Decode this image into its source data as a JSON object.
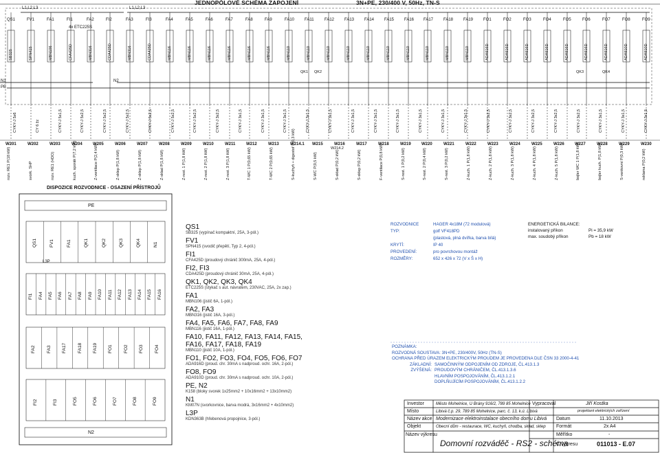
{
  "header": {
    "left_title": "JEDNOPÓLOVÉ SCHÉMA ZAPOJENÍ",
    "right_title": "3N+PE, 230/400 V, 50Hz, TN-S"
  },
  "bus": {
    "phase_top_left": "L1,L2,L3",
    "phase_top_mid": "L1,L2,L3",
    "n1": "N1",
    "pe": "PE",
    "n2": "N2",
    "qk_label": "4x ETC225S"
  },
  "devices": [
    "QS1",
    "FV1",
    "FA1",
    "FI1",
    "FA2",
    "FI2",
    "FA3",
    "FI3",
    "FA4",
    "FA5",
    "FA6",
    "FA7",
    "FA8",
    "FA9",
    "FA10",
    "FA11",
    "FA12",
    "FA13",
    "FA14",
    "FA15",
    "FA16",
    "FA17",
    "FA18",
    "FA19",
    "FO1",
    "FO2",
    "FO3",
    "FO4",
    "FO5",
    "FO6",
    "FO7",
    "FO8",
    "FO9"
  ],
  "device_types": [
    "SB325",
    "SPN415",
    "MBN106",
    "CFA425D",
    "MBN316",
    "CDA425D",
    "MBN316",
    "CDA425D",
    "MBN116",
    "MBN116",
    "MBN116",
    "MBN116",
    "MBN116",
    "MBN116",
    "MBN110",
    "MBN110",
    "MBN110",
    "MBN110",
    "MBN110",
    "MBN110",
    "MBN110",
    "MBN110",
    "MBN110",
    "MBN110",
    "ADA916D",
    "ADA916D",
    "ADA916D",
    "ADA916D",
    "ADA916D",
    "ADA916D",
    "ADA916D",
    "ADA910D",
    "ADA910D"
  ],
  "contactors": {
    "qk1": "QK1",
    "qk2": "QK2",
    "qk3": "QK3",
    "qk4": "QK4"
  },
  "cables": [
    "CYKY-J 5x6",
    "CY 6 žz",
    "CYKY-J 5x1,5",
    "CYKY-J 5x2,5",
    "CYKY-J 5x2,5",
    "CYKY-J 5x2,5",
    "CYKY-J 5x2,5",
    "CYKY-J 5x2,5",
    "CYKY-J 5x2,5",
    "CYKY-J 3x2,5",
    "CYKY-J 3x1,5",
    "CYKY-J 3x1,5",
    "CYKY-J 3x1,5",
    "CYKY-J 3x1,5",
    "CYKY-J 3x1,5",
    "CYKY-J 3x1,5",
    "CYKY-J 3x1,5",
    "CYKY-J 3x1,5",
    "CYKY-J 3x1,5",
    "CYKY-J 3x1,5",
    "CYKY-J 3x1,5",
    "CYKY-J 3x2,5",
    "CYKY-J 3x2,5",
    "CYKY-J 3x2,5",
    "CYKY-J 3x2,5",
    "CYKY-J 3x2,5",
    "CYKY-J 3x1,5",
    "CYKY-J 3x1,5",
    "CYKY-J 3x1,5"
  ],
  "circuits": [
    "W201",
    "W202",
    "W203",
    "W204",
    "W205",
    "W206",
    "W207",
    "W208",
    "W209",
    "W210",
    "W211",
    "W212",
    "W213",
    "W214.1",
    "W215",
    "W216",
    "W217",
    "W218",
    "W219",
    "W220",
    "W221",
    "W222",
    "W223",
    "W224",
    "W225",
    "W226",
    "W227",
    "W228",
    "W229",
    "W230"
  ],
  "circuit_sub": "W214.2",
  "loads": [
    "rozv. RE1 P(18 kW)",
    "svork. SHP",
    "rozv. RE1 (HDO)",
    "kuch. sporák P(7,2 kW)",
    "Z-ventilace P(2,4 kW)",
    "Z-sklep P(1,8 kW)",
    "Z-sklep P(1,8 kW)",
    "Z-sklad P(1,8 kW)",
    "Z-rest. 1 P(1,8 kW)",
    "Z-rest. 2 P(1,8 kW)",
    "Z-rest. 3 P(1,8 kW)",
    "T-WC 1 P(0,65 kW)",
    "T-WC 2 P(0,65 kW)",
    "S-kuchyň + digestoř P(0,3 kW)",
    "S-WC P(0,5 kW)",
    "S-sklad P(0,2 kW)",
    "S-sklep P(0,2 kW)",
    "F-ventilace P(0,8 kW)",
    "S-rest. 1 P(0,2 kW)",
    "S-rest. 2 P(0,4 kW)",
    "S-rest. 3 P(0,2 kW)",
    "Z-kuch. 1 P(1,8 kW)",
    "Z-kuch. 2 P(1,8 kW)",
    "Z-kuch. 3 P(1,8 kW)",
    "Z-kuch. 4 P(1,8 kW)",
    "Z-kuch. 5 P(1,8 kW)",
    "bojler WC 1 P(1,8 kW)",
    "bojler kuch. P(1,8 kW)",
    "S-venkovní P(0,3 kW)",
    "reklama P(0,2 kW)"
  ],
  "layout_panel": {
    "title": "DISPOZICE  ROZVODNICE - OSAZENÍ  PŘÍSTROJŮ",
    "pe": "PE",
    "n2": "N2",
    "row1": [
      "QS1",
      "FV1",
      "FA1",
      "QK1",
      "QK2",
      "QK3",
      "QK4",
      "N1"
    ],
    "row2": [
      "FI1",
      "FA4",
      "FA5",
      "FA6",
      "FA7",
      "FA8",
      "FA9",
      "FA10",
      "FA11",
      "FA12",
      "FA13",
      "FA14",
      "FA15",
      "FA16"
    ],
    "row3": [
      "FA2",
      "FA3",
      "FA17",
      "FA18",
      "FA19",
      "FO1",
      "FO2",
      "FO3",
      "FO4"
    ],
    "row4": [
      "FI2",
      "FI3",
      "FO5",
      "FO6",
      "FO7",
      "FO8",
      "FO9"
    ],
    "l3p": "L3P"
  },
  "legend": [
    {
      "h": "QS1",
      "d": "SB325  (vypínač kompaktní, 25A, 3-pól.)"
    },
    {
      "h": "FV1",
      "d": "SPN415  (svodič přepětí, Typ 2, 4-pól.)"
    },
    {
      "h": "FI1",
      "d": "CFA425D  (proudový chránič 300mA, 25A, 4-pól.)"
    },
    {
      "h": "FI2, FI3",
      "d": "CDA425D  (proudový chránič 30mA, 25A, 4-pól.)"
    },
    {
      "h": "QK1, QK2, QK3, QK4",
      "d": "ETC225S  (stykač s aut. návratem, 230VAC, 25A, 2x zap.)"
    },
    {
      "h": "FA1",
      "d": "MBN106  (jistič 6A, 1-pól.)"
    },
    {
      "h": "FA2, FA3",
      "d": "MBN316  (jistič 16A, 3-pól.)"
    },
    {
      "h": "FA4, FA5, FA6, FA7, FA8, FA9",
      "d": "MBN116  (jistič 16A, 1-pól.)"
    },
    {
      "h": "FA10, FA11, FA12, FA13, FA14, FA15,",
      "d": ""
    },
    {
      "h": "FA16, FA17, FA18, FA19",
      "d": "MBN110  (jistič 10A, 1-pól.)"
    },
    {
      "h": "FO1, FO2, FO3, FO4, FO5, FO6, FO7",
      "d": "ADA916D  (proud. chr. 30mA s nadproud. ochr. 16A, 2-pól.)"
    },
    {
      "h": "FO8, FO9",
      "d": "ADA910D  (proud. chr. 30mA s nadproud. ochr. 10A, 2-pól.)"
    },
    {
      "h": "PE, N2",
      "d": "K158  (bloky svorek 1x25mm2 + 10x16mm2 + 13x10mm2)"
    },
    {
      "h": "N1",
      "d": "KM07N  (svorkovnice, barva modrá, 3x16mm2 + 4x10mm2)"
    },
    {
      "h": "L3P",
      "d": "KDN363B  (hřebenová propojnice, 3-pól.)"
    }
  ],
  "spec": {
    "l1k": "ROZVODNICE",
    "l1v": "HAGER 4x18M (72 modulová)",
    "l2k": "TYP:",
    "l2v": "golf VF418PD",
    "l3v": "(plastová, plná dvířka, barva bílá)",
    "l4k": "KRYTÍ:",
    "l4v": "IP 40",
    "l5k": "PROVEDENÍ:",
    "l5v": "pro povrchovou montáž",
    "l6k": "ROZMĚRY:",
    "l6v": "652 x 426 x 72  (V x Š x H)"
  },
  "energy": {
    "title": "ENERGETICKÁ BILANCE:",
    "r1k": "instalovaný příkon",
    "r1v": "Pi = 35,9 kW",
    "r2k": "max. soudobý příkon",
    "r2v": "Pb = 18 kW"
  },
  "notes": {
    "h": "POZNÁMKA:",
    "n1": "ROZVODNÁ SOUSTAVA: 3N+PE, 230/400V, 50Hz (TN-S)",
    "n2": "OCHRANA PŘED ÚRAZEM ELEKTRICKÝM PROUDEM JE PROVEDENA DLE ČSN 33 2000-4-41",
    "n3k": "ZÁKLADNÍ:",
    "n3v": "SAMOČINNÝM ODPOJENÍM OD ZDROJE, ČL.413.1.3",
    "n4k": "ZVÝŠENÁ:",
    "n4v": "PROUDOVÝM CHRÁNIČEM, ČL.413.1.3.6",
    "n5v": "HLAVNÍM POSPOJOVÁNÍM, ČL.413.1.2.1",
    "n6v": "DOPLŇUJÍCÍM POSPOJOVÁNÍM, ČL.413.1.2.2"
  },
  "titleblock": {
    "investor_k": "Investor",
    "investor_v": "Město Mohelnice, U Brány 916/2, 789 85 Mohelnice",
    "misto_k": "Místo",
    "misto_v": "Libivá č.p. 29, 789 85 Mohelnice, parc. č. 13, k.ú. Libivá",
    "akce_k": "Název akce",
    "akce_v": "Modernizace elektroinstalace obecního domu Libivá",
    "objekt_k": "Objekt",
    "objekt_v": "Obecní dům - restaurace, WC, kuchyň, chodba, sklad, sklep",
    "vykres_k": "Název výkresu",
    "vykres_v": "Domovní rozváděč - RS2 - schéma",
    "vyprac_k": "Vypracoval",
    "vyprac_v": "Jiří Kostka",
    "vyprac_sub": "projektant elektrických zařízení",
    "datum_k": "Datum",
    "datum_v": "11.10.2013",
    "format_k": "Formát",
    "format_v": "2x A4",
    "meritko_k": "Měřítko",
    "meritko_v": "-",
    "cislo_k": "Č.výkresu",
    "cislo_v": "011013 - E.07"
  }
}
